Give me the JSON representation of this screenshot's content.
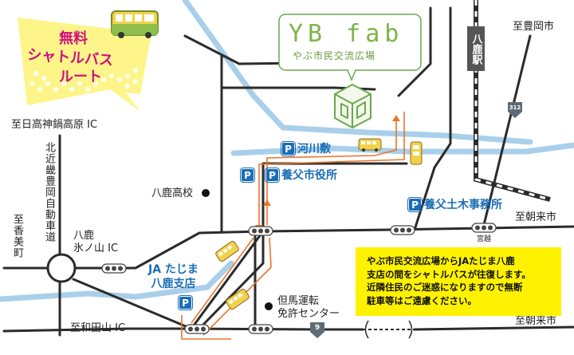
{
  "balloon": {
    "line1": "無料",
    "line2": "シャトルバス",
    "line3": "ルート"
  },
  "logo": {
    "main": "YB fab",
    "sub": "やぶ市民交流広場"
  },
  "station": {
    "label": "八鹿駅"
  },
  "labels": {
    "to_toyooka": "至豊岡市",
    "to_hidaka": "至日高神鍋高原 IC",
    "expressway": "北近畿豊岡自動車道",
    "to_kami": "至香美町",
    "yoka_ic": "八鹿\n氷ノ山 IC",
    "to_wadayama": "至和田山 IC",
    "yoka_high": "八鹿高校",
    "license_center": "但馬運転\n免許センター",
    "to_asago_mid": "至朝来市",
    "to_asago_bottom": "至朝来市",
    "miyakoshi": "宮越"
  },
  "parking": {
    "river": "河川敷",
    "city_hall": "養父市役所",
    "civil_office": "養父土木事務所",
    "p_symbol": "P"
  },
  "ja": {
    "line1": "JA たじま",
    "line2": "八鹿支店"
  },
  "routes": {
    "r312": "312",
    "r9": "9"
  },
  "notice": {
    "line1": "やぶ市民交流広場からJAたじま八鹿",
    "line2": "支店の間をシャトルバスが往復します。",
    "line3": "近隣住民のご迷惑になりますので無断",
    "line4": "駐車等はご遠慮ください。"
  },
  "colors": {
    "river": "#a9cfea",
    "road": "#2b2b2b",
    "route": "#e8762d",
    "parking_blue": "#1a6db5",
    "notice_bg": "#fff200",
    "balloon_bg": "#fdf58a",
    "balloon_text": "#d0107f",
    "logo_green": "#7fb34a"
  }
}
